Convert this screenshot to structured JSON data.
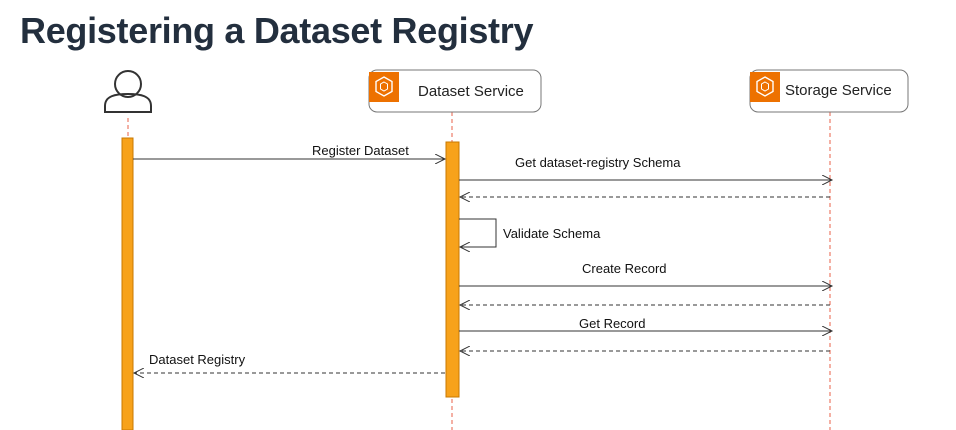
{
  "title": "Registering a Dataset Registry",
  "participants": [
    {
      "id": "user",
      "label": "",
      "icon": "user-icon"
    },
    {
      "id": "dataset",
      "label": "Dataset Service",
      "icon": "aws-service-icon"
    },
    {
      "id": "storage",
      "label": "Storage Service",
      "icon": "aws-service-icon"
    }
  ],
  "messages": [
    {
      "label": "Register Dataset",
      "from": "user",
      "to": "dataset",
      "style": "solid"
    },
    {
      "label": "Get dataset-registry Schema",
      "from": "dataset",
      "to": "storage",
      "style": "solid"
    },
    {
      "label": "",
      "from": "storage",
      "to": "dataset",
      "style": "dashed"
    },
    {
      "label": "Validate Schema",
      "from": "dataset",
      "to": "dataset",
      "style": "self"
    },
    {
      "label": "Create Record",
      "from": "dataset",
      "to": "storage",
      "style": "solid"
    },
    {
      "label": "",
      "from": "storage",
      "to": "dataset",
      "style": "dashed"
    },
    {
      "label": "Get Record",
      "from": "dataset",
      "to": "storage",
      "style": "solid"
    },
    {
      "label": "",
      "from": "storage",
      "to": "dataset",
      "style": "dashed"
    },
    {
      "label": "Dataset Registry",
      "from": "dataset",
      "to": "user",
      "style": "dashed"
    }
  ],
  "colors": {
    "title": "#232f3e",
    "lifeline": "#e8624a",
    "activation": "#f7a21b",
    "activation_border": "#c87800",
    "icon_bg": "#ed7100",
    "arrow": "#333333"
  }
}
